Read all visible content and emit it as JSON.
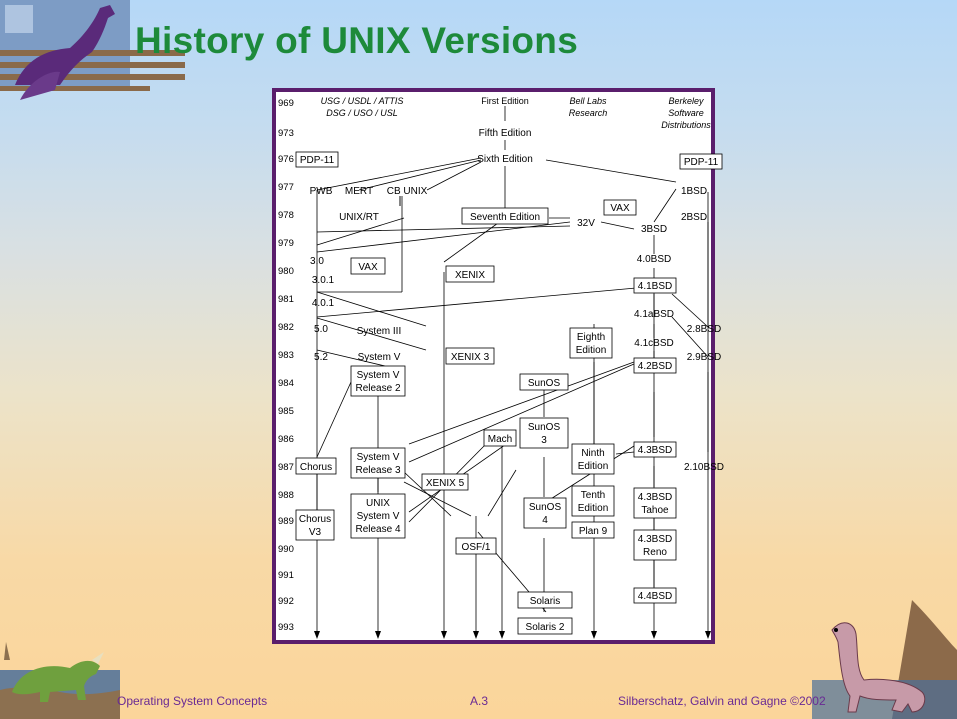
{
  "title": "History of UNIX Versions",
  "footer": {
    "left": "Operating System Concepts",
    "center": "A.3",
    "right": "Silberschatz, Galvin and Gagne ©2002"
  },
  "colors": {
    "title": "#1d8a3a",
    "frame": "#5a1e6c",
    "footer": "#6a2a94"
  },
  "years": [
    "969",
    "973",
    "976",
    "977",
    "978",
    "979",
    "980",
    "981",
    "982",
    "983",
    "984",
    "985",
    "986",
    "987",
    "988",
    "989",
    "990",
    "991",
    "992",
    "993"
  ],
  "column_headers": [
    {
      "lines": [
        "USG / USDL / ATTIS",
        "DSG / USO / USL"
      ]
    },
    {
      "lines": [
        "First Edition"
      ]
    },
    {
      "lines": [
        "Bell Labs",
        "Research"
      ]
    },
    {
      "lines": [
        "Berkeley",
        "Software",
        "Distributions"
      ]
    }
  ],
  "labels": {
    "pdp11_left": "PDP-11",
    "pdp11_right": "PDP-11",
    "fifth": "Fifth Edition",
    "sixth": "Sixth Edition",
    "pwb": "PWB",
    "mert": "MERT",
    "cbunix": "CB UNIX",
    "bsd1": "1BSD",
    "unixrt": "UNIX/RT",
    "seventh": "Seventh Edition",
    "vax_right": "VAX",
    "v32": "32V",
    "bsd2": "2BSD",
    "bsd3": "3BSD",
    "v30": "3.0",
    "vax_left": "VAX",
    "bsd40": "4.0BSD",
    "v301": "3.0.1",
    "xenix": "XENIX",
    "v401": "4.0.1",
    "bsd41": "4.1BSD",
    "bsd41a": "4.1aBSD",
    "v50": "5.0",
    "sys3": "System III",
    "bsd28": "2.8BSD",
    "eighth": [
      "Eighth",
      "Edition"
    ],
    "bsd41c": "4.1cBSD",
    "v52": "5.2",
    "sysv": "System V",
    "xenix3": "XENIX 3",
    "bsd29": "2.9BSD",
    "sysvr2": [
      "System V",
      "Release 2"
    ],
    "sunos": "SunOS",
    "bsd42": "4.2BSD",
    "sunos3": [
      "SunOS",
      "3"
    ],
    "mach": "Mach",
    "chorus": "Chorus",
    "sysvr3": [
      "System V",
      "Release 3"
    ],
    "ninth": [
      "Ninth",
      "Edition"
    ],
    "bsd43": "4.3BSD",
    "bsd210": "2.10BSD",
    "xenix5": "XENIX 5",
    "unixsvr4": [
      "UNIX",
      "System V",
      "Release 4"
    ],
    "sunos4": [
      "SunOS",
      "4"
    ],
    "tenth": [
      "Tenth",
      "Edition"
    ],
    "tahoe": [
      "4.3BSD",
      "Tahoe"
    ],
    "chorusv3": [
      "Chorus",
      "V3"
    ],
    "plan9": "Plan 9",
    "osf1": "OSF/1",
    "reno": [
      "4.3BSD",
      "Reno"
    ],
    "solaris": "Solaris",
    "bsd44": "4.4BSD",
    "solaris2": "Solaris 2"
  }
}
